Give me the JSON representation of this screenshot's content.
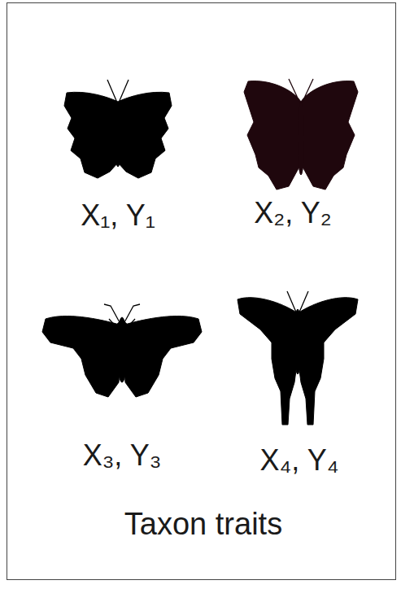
{
  "diagram": {
    "caption": "Taxon traits",
    "labels": [
      "X₁, Y₁",
      "X₂, Y₂",
      "X₃, Y₃",
      "X₄, Y₄"
    ]
  }
}
